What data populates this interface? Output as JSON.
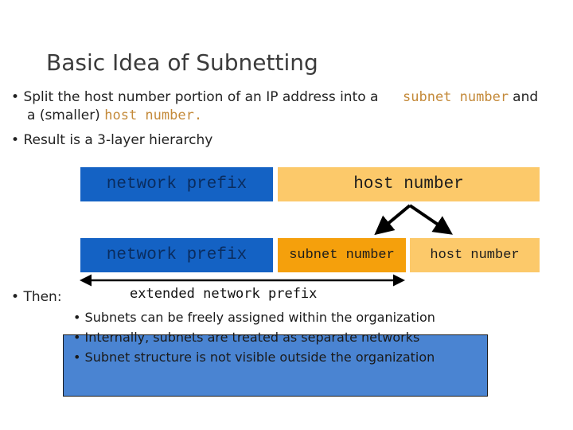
{
  "slide": {
    "title": "Basic Idea of Subnetting",
    "bullet1": {
      "mark": "•",
      "text_a": "Split the host number portion of an IP address into a",
      "term_a": "subnet number",
      "text_b": "and",
      "text_c": "a (smaller)",
      "term_b": "host number",
      "text_d": "."
    },
    "bullet2": {
      "mark": "•",
      "text": "Result is a 3-layer hierarchy"
    },
    "bullet3": {
      "mark": "•",
      "text": "Then:"
    }
  },
  "diagram": {
    "row1": {
      "network_prefix": "network prefix",
      "host_number": "host number"
    },
    "row2": {
      "network_prefix": "network prefix",
      "subnet_number": "subnet number",
      "host_number": "host number"
    },
    "extended_label": "extended network prefix"
  },
  "then_box": {
    "items": [
      {
        "mark": "•",
        "text": "Subnets can be freely assigned within the organization"
      },
      {
        "mark": "•",
        "text": "Internally, subnets are treated as separate networks"
      },
      {
        "mark": "•",
        "text": "Subnet structure is not visible outside the organization"
      }
    ]
  },
  "colors": {
    "blue": "#1462c4",
    "light_orange": "#fcc96a",
    "orange": "#f5a00c",
    "box_blue": "#4a84d2"
  }
}
